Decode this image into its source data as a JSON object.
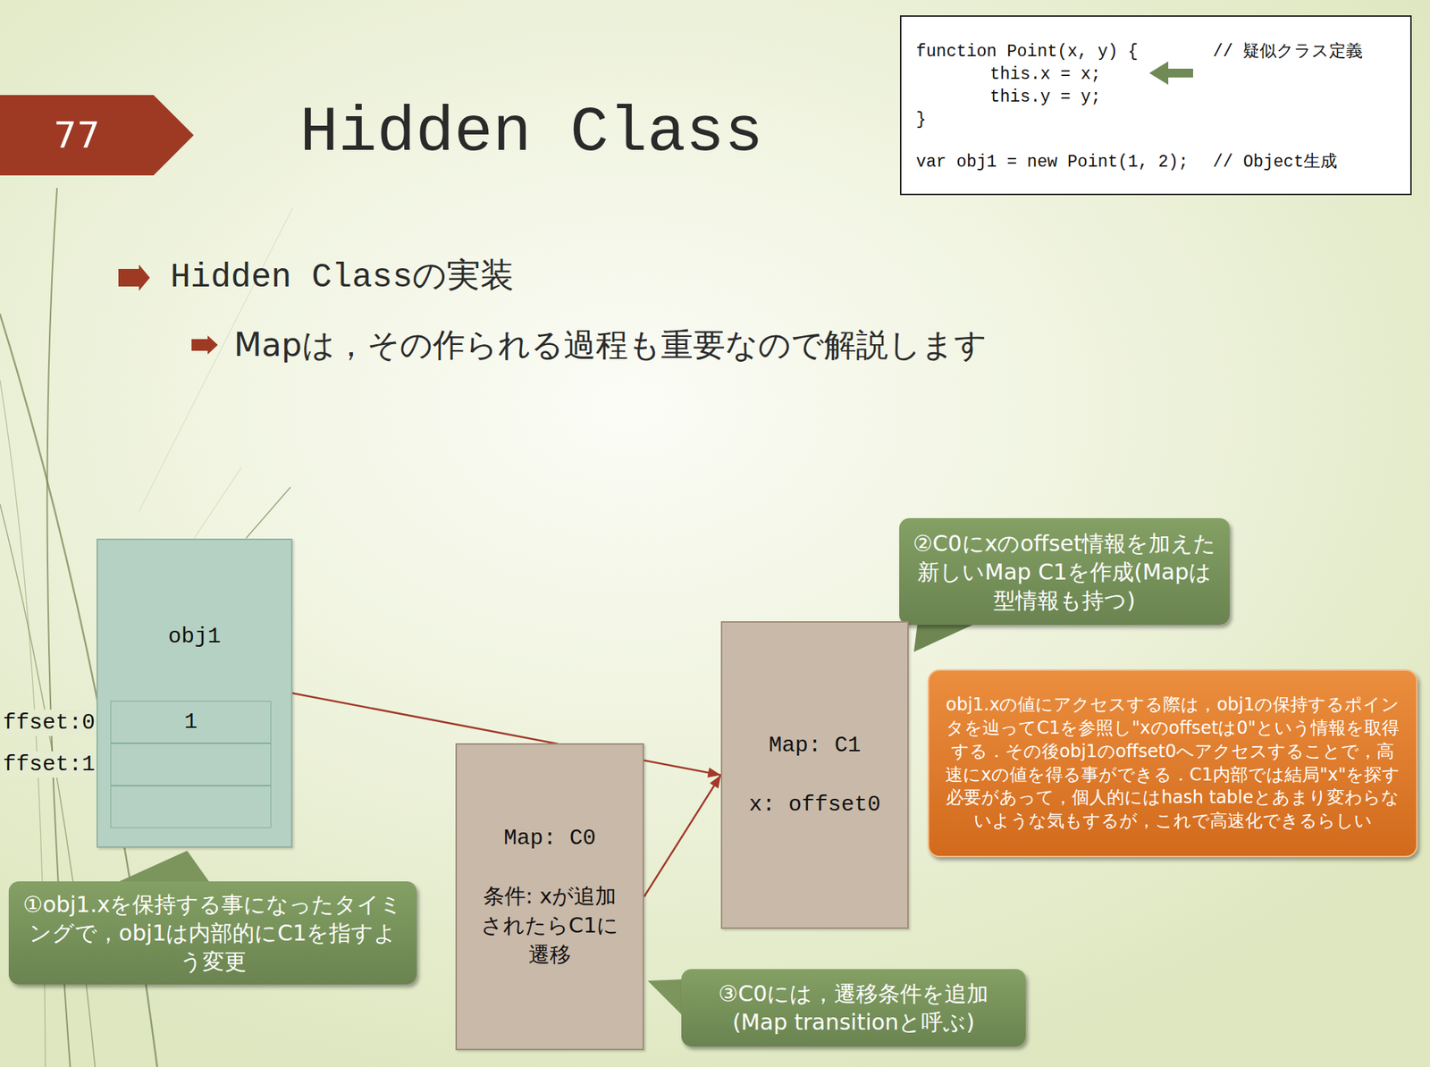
{
  "diagram": {
    "title": "Hidden Class",
    "nodes": [
      {
        "text": [
          "function Point(x, y) {",
          "// 疑似クラス定義",
          "this.x = x;",
          "this.y = y;",
          "}",
          "var obj1 = new Point(1, 2);",
          "// Object生成"
        ]
      },
      {
        "text": [
          "obj1"
        ]
      },
      {
        "text": [
          "1"
        ],
        "in": 1
      },
      {
        "text": [
          "②C0にxのoffset情報を加えた新しいMap C1を作成(Mapは型情報も持つ)"
        ]
      },
      {
        "text": [
          "Map: C1",
          "x: offset0"
        ]
      },
      {
        "text": [
          "obj1.xの値にアクセスする際は，obj1の保持するポインタを辿ってC1を参照し\"xのoffsetは0\"という情報を取得する．その後obj1のoffset0へアクセスすることで，高速にxの値を得る事ができる．C1内部では結局\"x\"を探す必要があって，個人的にはhash tableとあまり変わらないような気もするが，これで高速化できるらしい"
        ]
      },
      {
        "text": [
          "Map: C0",
          "条件: xが追加されたらC1に遷移"
        ]
      },
      {
        "text": [
          "①obj1.xを保持する事になったタイミングで，obj1は内部的にC1を指すよう変更"
        ]
      },
      {
        "text": [
          "③C0には，遷移条件を追加(Map transitionと呼ぶ)"
        ]
      }
    ],
    "edges": [
      {
        "from": 1,
        "to": 4,
        "arrow": "to"
      },
      {
        "from": 6,
        "to": 4,
        "arrow": "to"
      }
    ],
    "labels": [
      "77",
      "Hidden Classの実装",
      "Mapは，その作られる過程も重要なので解説します",
      "ffset:0",
      "ffset:1"
    ]
  }
}
